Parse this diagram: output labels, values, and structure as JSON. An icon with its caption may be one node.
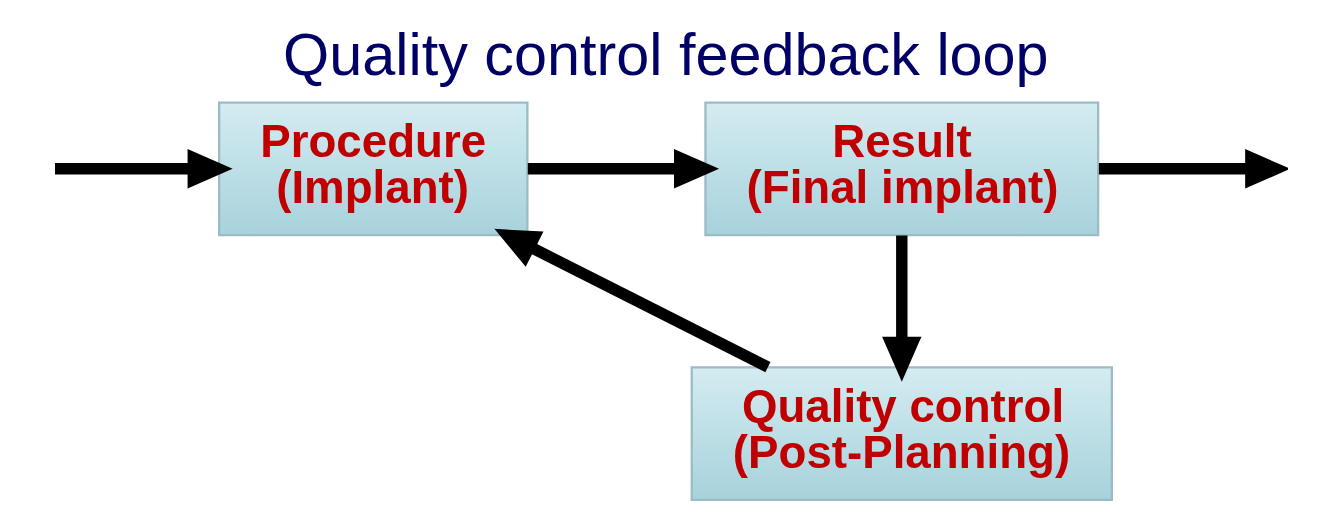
{
  "diagram": {
    "title": "Quality control feedback loop",
    "nodes": [
      {
        "text": [
          "Procedure",
          "(Implant)"
        ]
      },
      {
        "text": [
          "Result",
          "(Final implant)"
        ]
      },
      {
        "text": [
          "Quality control",
          "(Post-Planning)"
        ]
      }
    ],
    "edges": [
      {
        "from": null,
        "to": 0,
        "arrow": "to"
      },
      {
        "from": 0,
        "to": 1,
        "arrow": "to"
      },
      {
        "from": 1,
        "to": null,
        "arrow": "to"
      },
      {
        "from": 1,
        "to": 2,
        "arrow": "to"
      },
      {
        "from": 2,
        "to": 0,
        "arrow": "to"
      }
    ]
  }
}
